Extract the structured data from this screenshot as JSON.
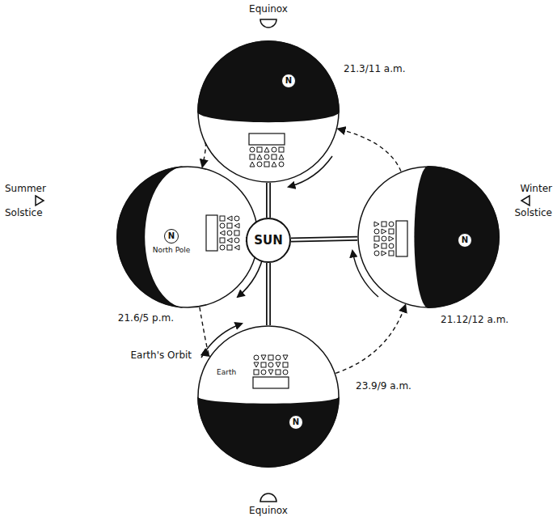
{
  "diagram": {
    "nodes": [
      {
        "text": [
          "21.3/11 a.m."
        ]
      },
      {
        "text": [
          "N"
        ],
        "in": 0
      },
      {
        "text": [
          "21.6/5 p.m."
        ]
      },
      {
        "text": [
          "N",
          "North Pole"
        ],
        "in": 2
      },
      {
        "text": [
          "SUN"
        ]
      },
      {
        "text": [
          "21.12/12 a.m."
        ]
      },
      {
        "text": [
          "N"
        ],
        "in": 5
      },
      {
        "text": [
          "23.9/9 a.m."
        ]
      },
      {
        "text": [
          "N"
        ],
        "in": 7
      }
    ],
    "edges": [
      {
        "from": 4,
        "to": 0,
        "arrow": "none"
      },
      {
        "from": 4,
        "to": 2,
        "arrow": "none"
      },
      {
        "from": 4,
        "to": 5,
        "arrow": "none"
      },
      {
        "from": 4,
        "to": 7,
        "arrow": "none"
      },
      {
        "from": 0,
        "to": 2,
        "arrow": "to"
      },
      {
        "from": 2,
        "to": 7,
        "label": "Earth's Orbit",
        "arrow": "to"
      },
      {
        "from": 7,
        "to": 5,
        "arrow": "to"
      },
      {
        "from": 5,
        "to": 0,
        "arrow": "to"
      }
    ],
    "labels": [
      "Equinox",
      "Summer Solstice",
      "Winter Solstice",
      "Equinox",
      "Earth"
    ]
  }
}
